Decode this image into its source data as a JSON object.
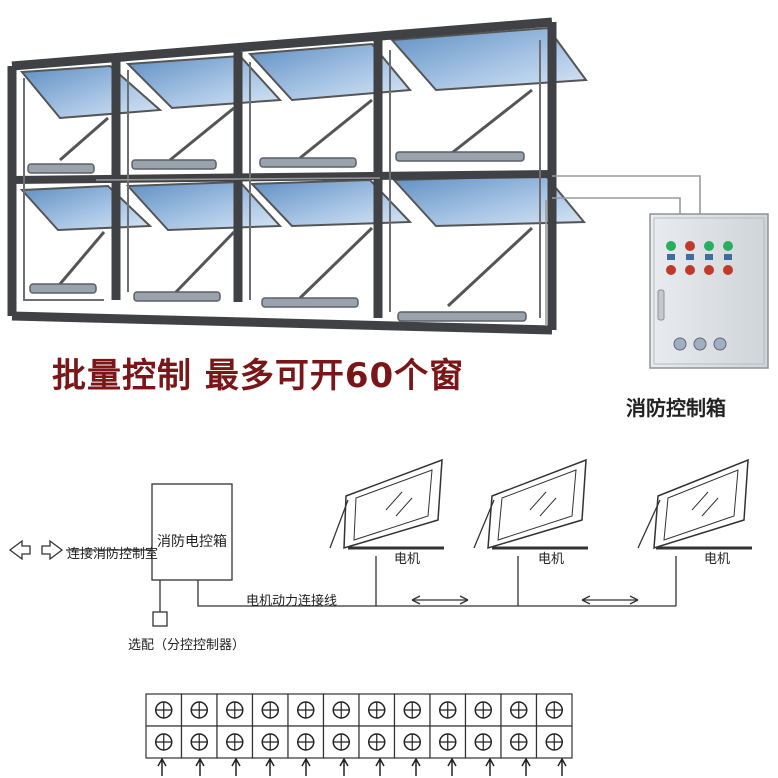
{
  "headline": "批量控制 最多可开60个窗",
  "control_box_title": "消防控制箱",
  "schematic": {
    "control_box_label": "消防电控箱",
    "connect_label": "连接消防控制室",
    "motor_line_label": "电机动力连接线",
    "optional_label": "选配（分控控制器）",
    "motor_labels": [
      "电机",
      "电机",
      "电机"
    ]
  },
  "terminal_block": {
    "rows": 2,
    "columns": 12
  },
  "colors": {
    "headline": "#7a1518",
    "frame": "#3f4144",
    "glass": "#8fb3d9",
    "button_red": "#c0392b",
    "button_green": "#27ae60"
  }
}
